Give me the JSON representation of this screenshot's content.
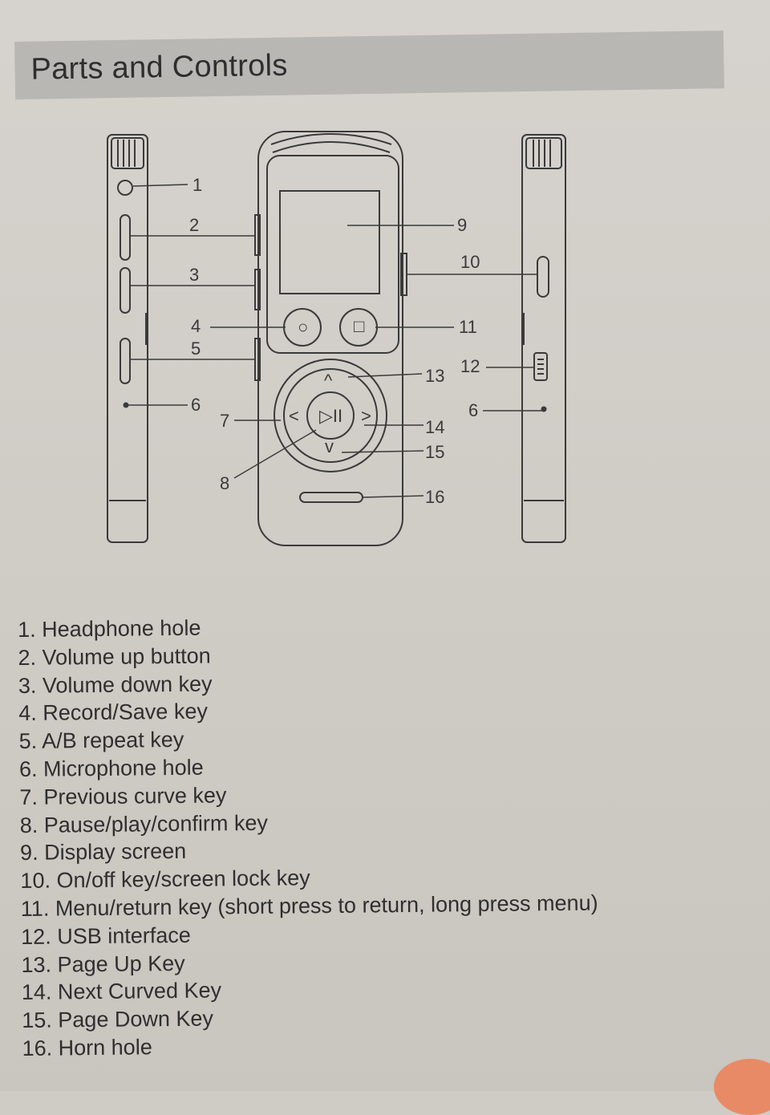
{
  "section_title": "Parts and Controls",
  "diagram": {
    "callouts": [
      "1",
      "2",
      "3",
      "4",
      "5",
      "6",
      "7",
      "8",
      "9",
      "10",
      "11",
      "12",
      "13",
      "14",
      "15",
      "16",
      "6"
    ],
    "glyphs": {
      "record": "○",
      "menu": "□",
      "up": "^",
      "down": "v",
      "left": "<",
      "right": ">",
      "play_pause": "▷II"
    }
  },
  "parts": [
    "1. Headphone hole",
    "2. Volume up button",
    "3. Volume down key",
    "4. Record/Save key",
    "5. A/B repeat key",
    "6. Microphone hole",
    "7. Previous curve key",
    "8. Pause/play/confirm key",
    "9. Display screen",
    "10. On/off key/screen lock key",
    "11. Menu/return key (short press to return, long press menu)",
    "12. USB interface",
    "13. Page Up Key",
    "14. Next Curved Key",
    "15. Page Down Key",
    "16. Horn hole"
  ]
}
